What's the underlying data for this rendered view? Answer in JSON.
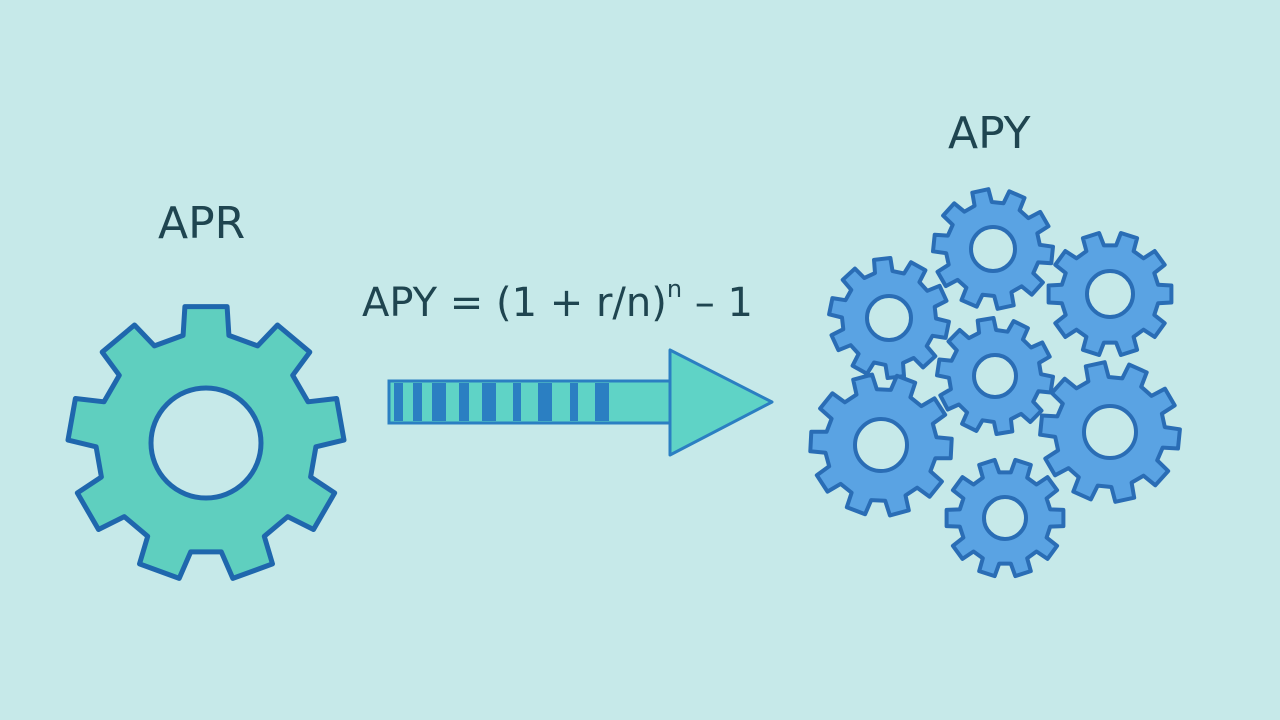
{
  "source_label": "APR",
  "target_label": "APY",
  "formula": {
    "lhs": "APY = (1 + r/n)",
    "exponent": "n",
    "tail": " – 1"
  },
  "colors": {
    "background": "#c6e9e9",
    "apr_gear_fill": "#5fcfbf",
    "apr_gear_stroke": "#1f67ad",
    "apy_gear_fill": "#5aa3e3",
    "apy_gear_stroke": "#2a6db5",
    "arrow_fill": "#5fd3c6",
    "arrow_stripe": "#2b7fc2",
    "text": "#1f4550"
  },
  "icons": [
    "gear-icon",
    "arrow-icon"
  ]
}
